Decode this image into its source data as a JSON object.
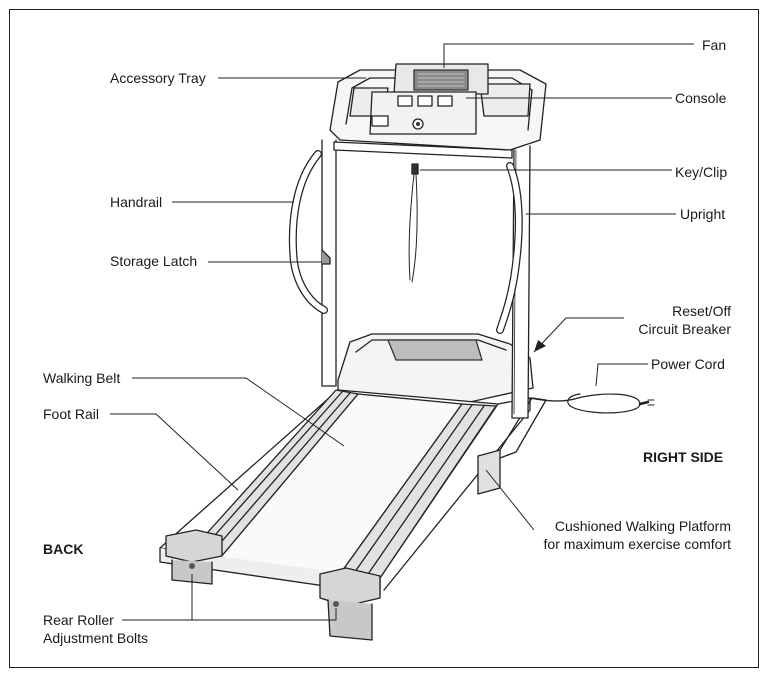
{
  "labels": {
    "fan": "Fan",
    "console": "Console",
    "key_clip": "Key/Clip",
    "upright": "Upright",
    "reset_off_1": "Reset/Off",
    "reset_off_2": "Circuit Breaker",
    "power_cord": "Power Cord",
    "right_side": "RIGHT SIDE",
    "cushioned_1": "Cushioned Walking Platform",
    "cushioned_2": "for maximum exercise comfort",
    "accessory_tray": "Accessory Tray",
    "handrail": "Handrail",
    "storage_latch": "Storage Latch",
    "walking_belt": "Walking Belt",
    "foot_rail": "Foot Rail",
    "back": "BACK",
    "rear_roller_1": "Rear Roller",
    "rear_roller_2": "Adjustment Bolts"
  },
  "colors": {
    "ink": "#1a1a1a",
    "line": "#222222",
    "shade": "#cfcfcf",
    "dark": "#555555"
  }
}
